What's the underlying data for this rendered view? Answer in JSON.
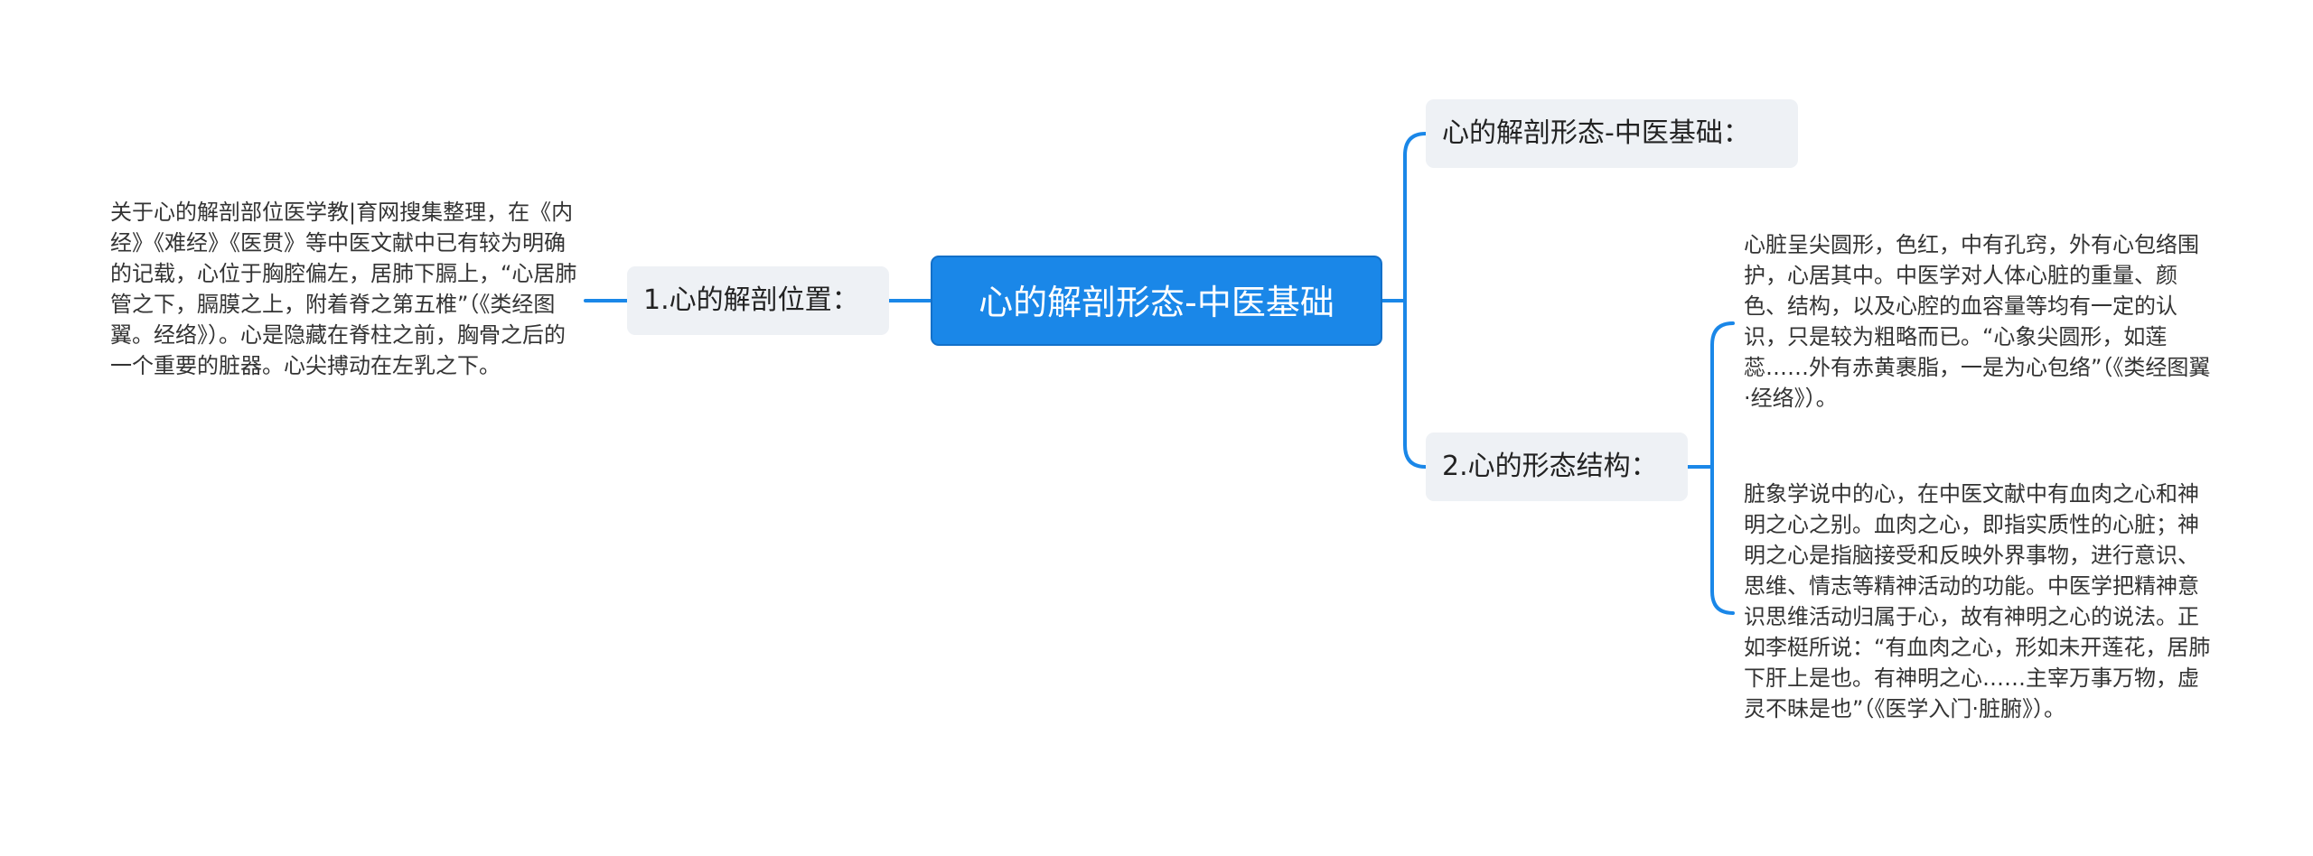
{
  "root": {
    "label": "心的解剖形态-中医基础"
  },
  "branches": {
    "left": {
      "label": "1.心的解剖位置："
    },
    "top": {
      "label": "心的解剖形态-中医基础："
    },
    "bottom": {
      "label": "2.心的形态结构："
    }
  },
  "leaves": {
    "left": "关于心的解剖部位医学教|育网搜集整理，在《内经》《难经》《医贯》等中医文献中已有较为明确的记载，心位于胸腔偏左，居肺下膈上，“心居肺管之下，膈膜之上，附着脊之第五椎”（《类经图翼。经络》）。心是隐藏在脊柱之前，胸骨之后的一个重要的脏器。心尖搏动在左乳之下。",
    "right1": "心脏呈尖圆形，色红，中有孔窍，外有心包络围护，心居其中。中医学对人体心脏的重量、颜色、结构，以及心腔的血容量等均有一定的认识，只是较为粗略而已。“心象尖圆形，如莲蕊……外有赤黄裹脂，一是为心包络”（《类经图翼·经络》）。",
    "right2": "脏象学说中的心，在中医文献中有血肉之心和神明之心之别。血肉之心，即指实质性的心脏；神明之心是指脑接受和反映外界事物，进行意识、思维、情志等精神活动的功能。中医学把精神意识思维活动归属于心，故有神明之心的说法。正如李梃所说：“有血肉之心，形如未开莲花，居肺下肝上是也。有神明之心……主宰万事万物，虚灵不昧是也”（《医学入门·脏腑》）。"
  },
  "colors": {
    "accent": "#1a87e8",
    "branch_bg": "#eef1f5",
    "line": "#1a87e8"
  }
}
